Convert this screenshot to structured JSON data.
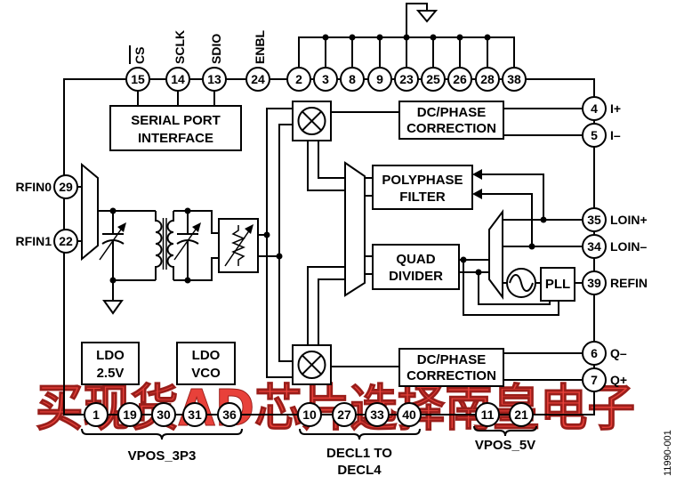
{
  "signals": {
    "cs": "CS",
    "sclk": "SCLK",
    "sdio": "SDIO",
    "enbl": "ENBL",
    "rfin0": "RFIN0",
    "rfin1": "RFIN1",
    "i_plus": "I+",
    "i_minus": "I–",
    "loin_plus": "LOIN+",
    "loin_minus": "LOIN–",
    "refin": "REFIN",
    "q_minus": "Q–",
    "q_plus": "Q+"
  },
  "pins": {
    "top": [
      "15",
      "14",
      "13",
      "24",
      "2",
      "3",
      "8",
      "9",
      "23",
      "25",
      "26",
      "28",
      "38"
    ],
    "left": [
      "29",
      "22"
    ],
    "right": [
      "4",
      "5",
      "35",
      "34",
      "39",
      "6",
      "7"
    ],
    "bottom": [
      "1",
      "19",
      "30",
      "31",
      "36",
      "10",
      "27",
      "33",
      "40",
      "11",
      "21"
    ]
  },
  "blocks": {
    "serial_port": [
      "SERIAL PORT",
      "INTERFACE"
    ],
    "dc_phase_i": [
      "DC/PHASE",
      "CORRECTION"
    ],
    "dc_phase_q": [
      "DC/PHASE",
      "CORRECTION"
    ],
    "polyphase": [
      "POLYPHASE",
      "FILTER"
    ],
    "quad_divider": [
      "QUAD",
      "DIVIDER"
    ],
    "pll": "PLL",
    "ldo_25": [
      "LDO",
      "2.5V"
    ],
    "ldo_vco": [
      "LDO",
      "VCO"
    ]
  },
  "groups": {
    "vpos_3p3": "VPOS_3P3",
    "decl": [
      "DECL1 TO",
      "DECL4"
    ],
    "vpos_5v": "VPOS_5V"
  },
  "figure_id": "11990-001",
  "watermark": "买现货AD芯片选择南皇电子",
  "colors": {
    "line": "#000000",
    "watermark": "#e8413a",
    "watermark_edge": "#9a1e1a"
  },
  "icons": [
    "mixer-icon",
    "vco-sine-icon",
    "ground-icon",
    "variable-capacitor-icon",
    "transformer-icon",
    "variable-resistor-icon",
    "mux-icon"
  ]
}
